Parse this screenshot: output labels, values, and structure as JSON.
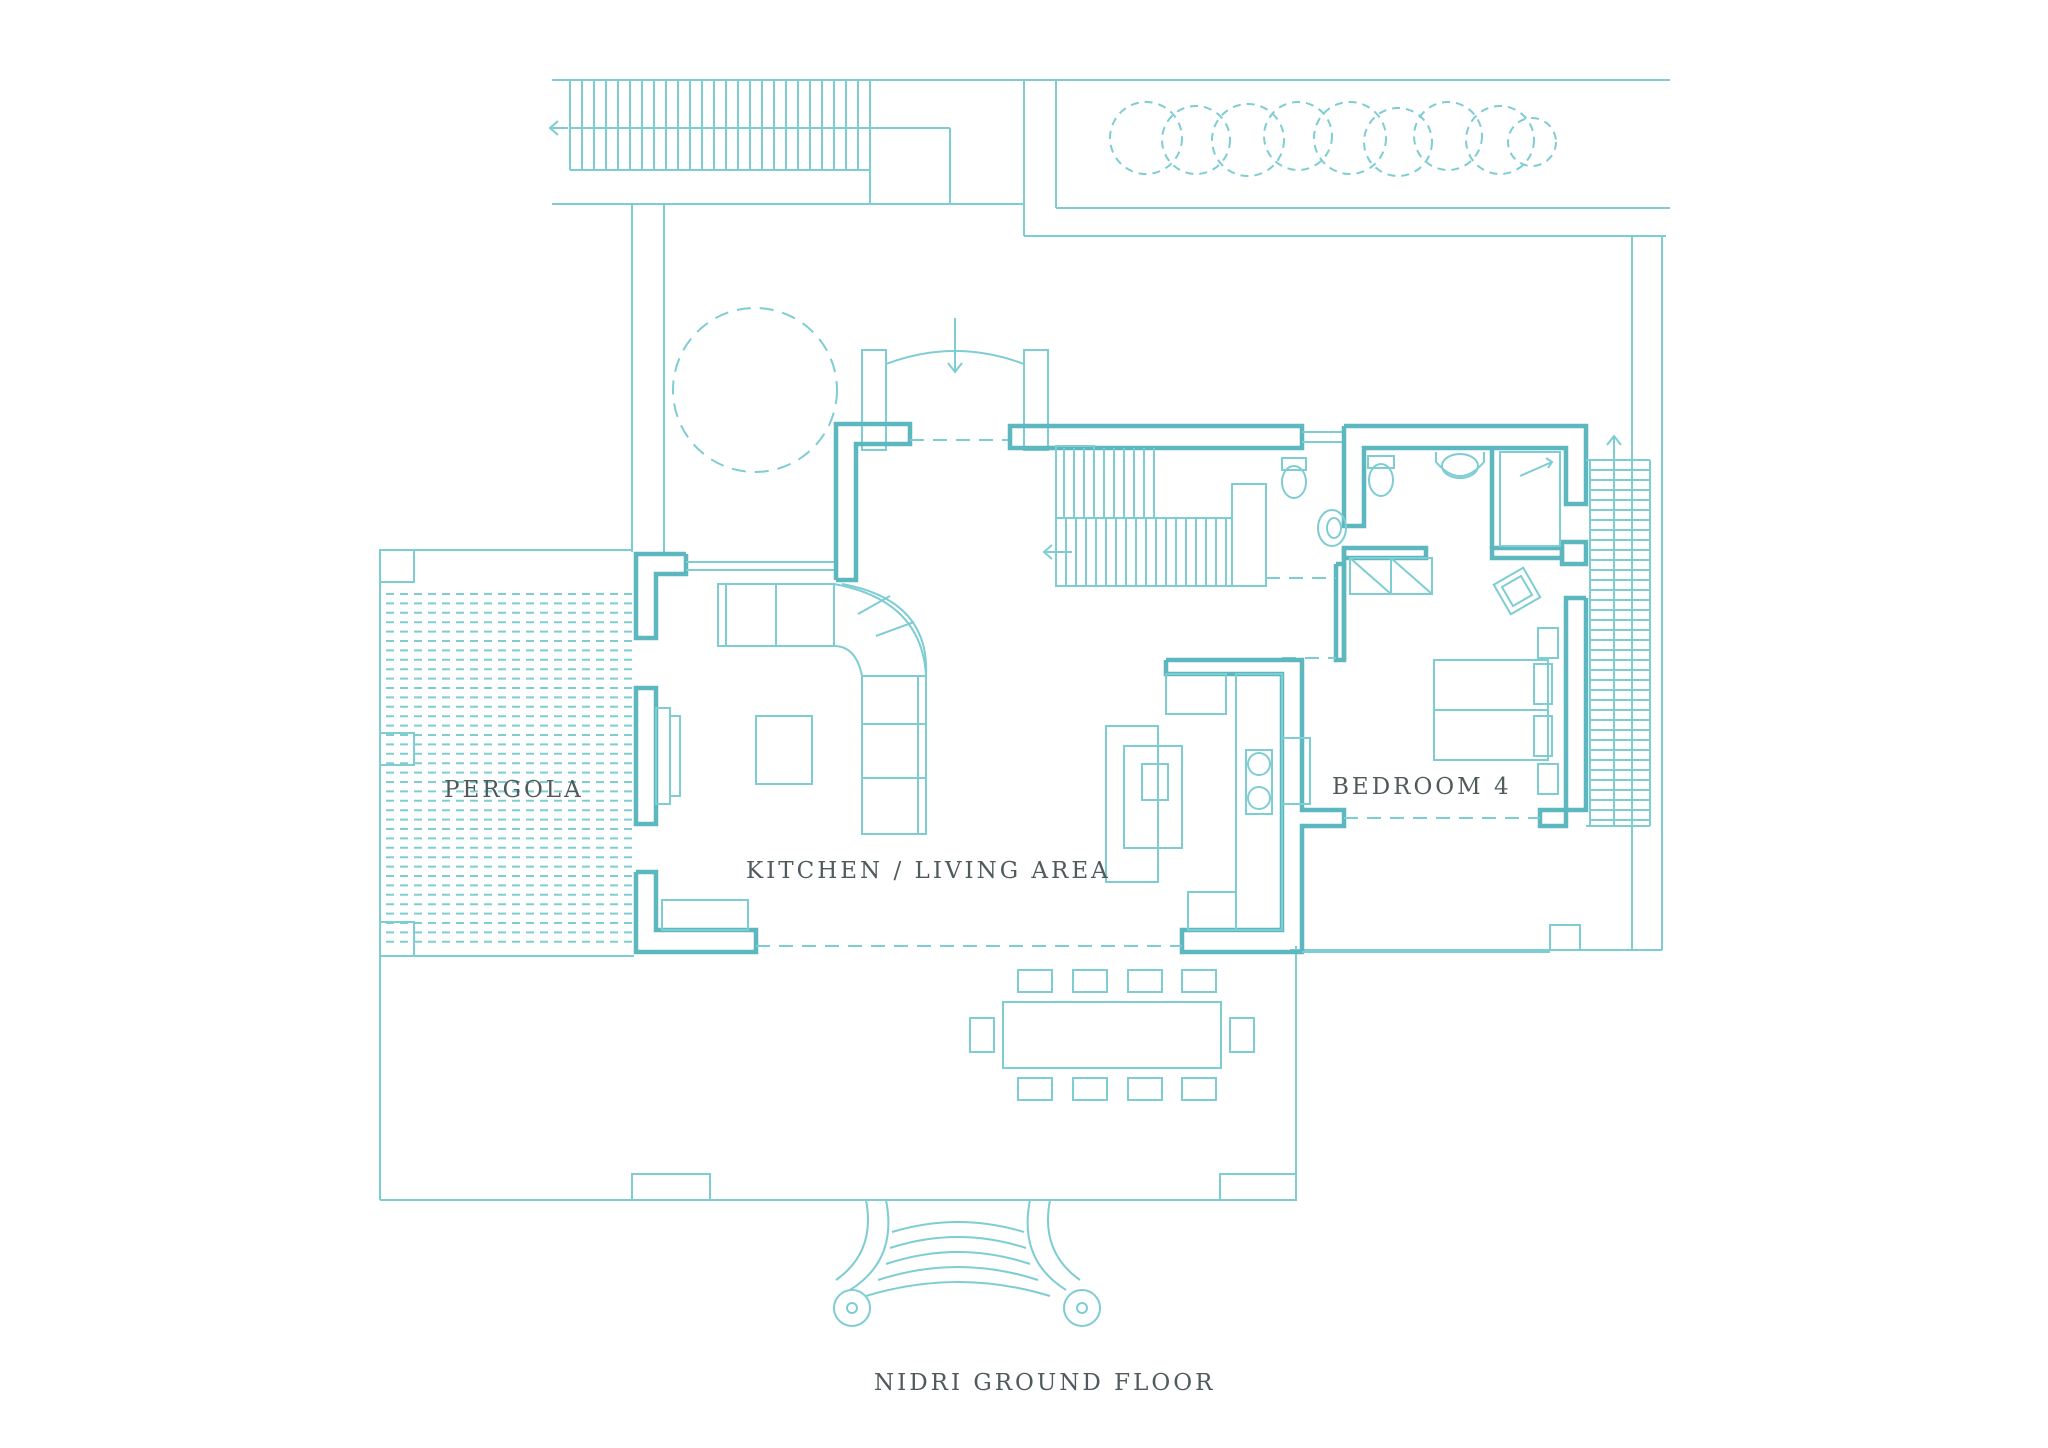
{
  "labels": {
    "pergola": "PERGOLA",
    "kitchen": "KITCHEN / LIVING AREA",
    "bedroom": "BEDROOM 4",
    "title": "NIDRI GROUND FLOOR"
  },
  "colors": {
    "line": "#7ecdd3",
    "wall": "#5cb7bf",
    "text": "#4f5a5c",
    "background": "#ffffff"
  }
}
